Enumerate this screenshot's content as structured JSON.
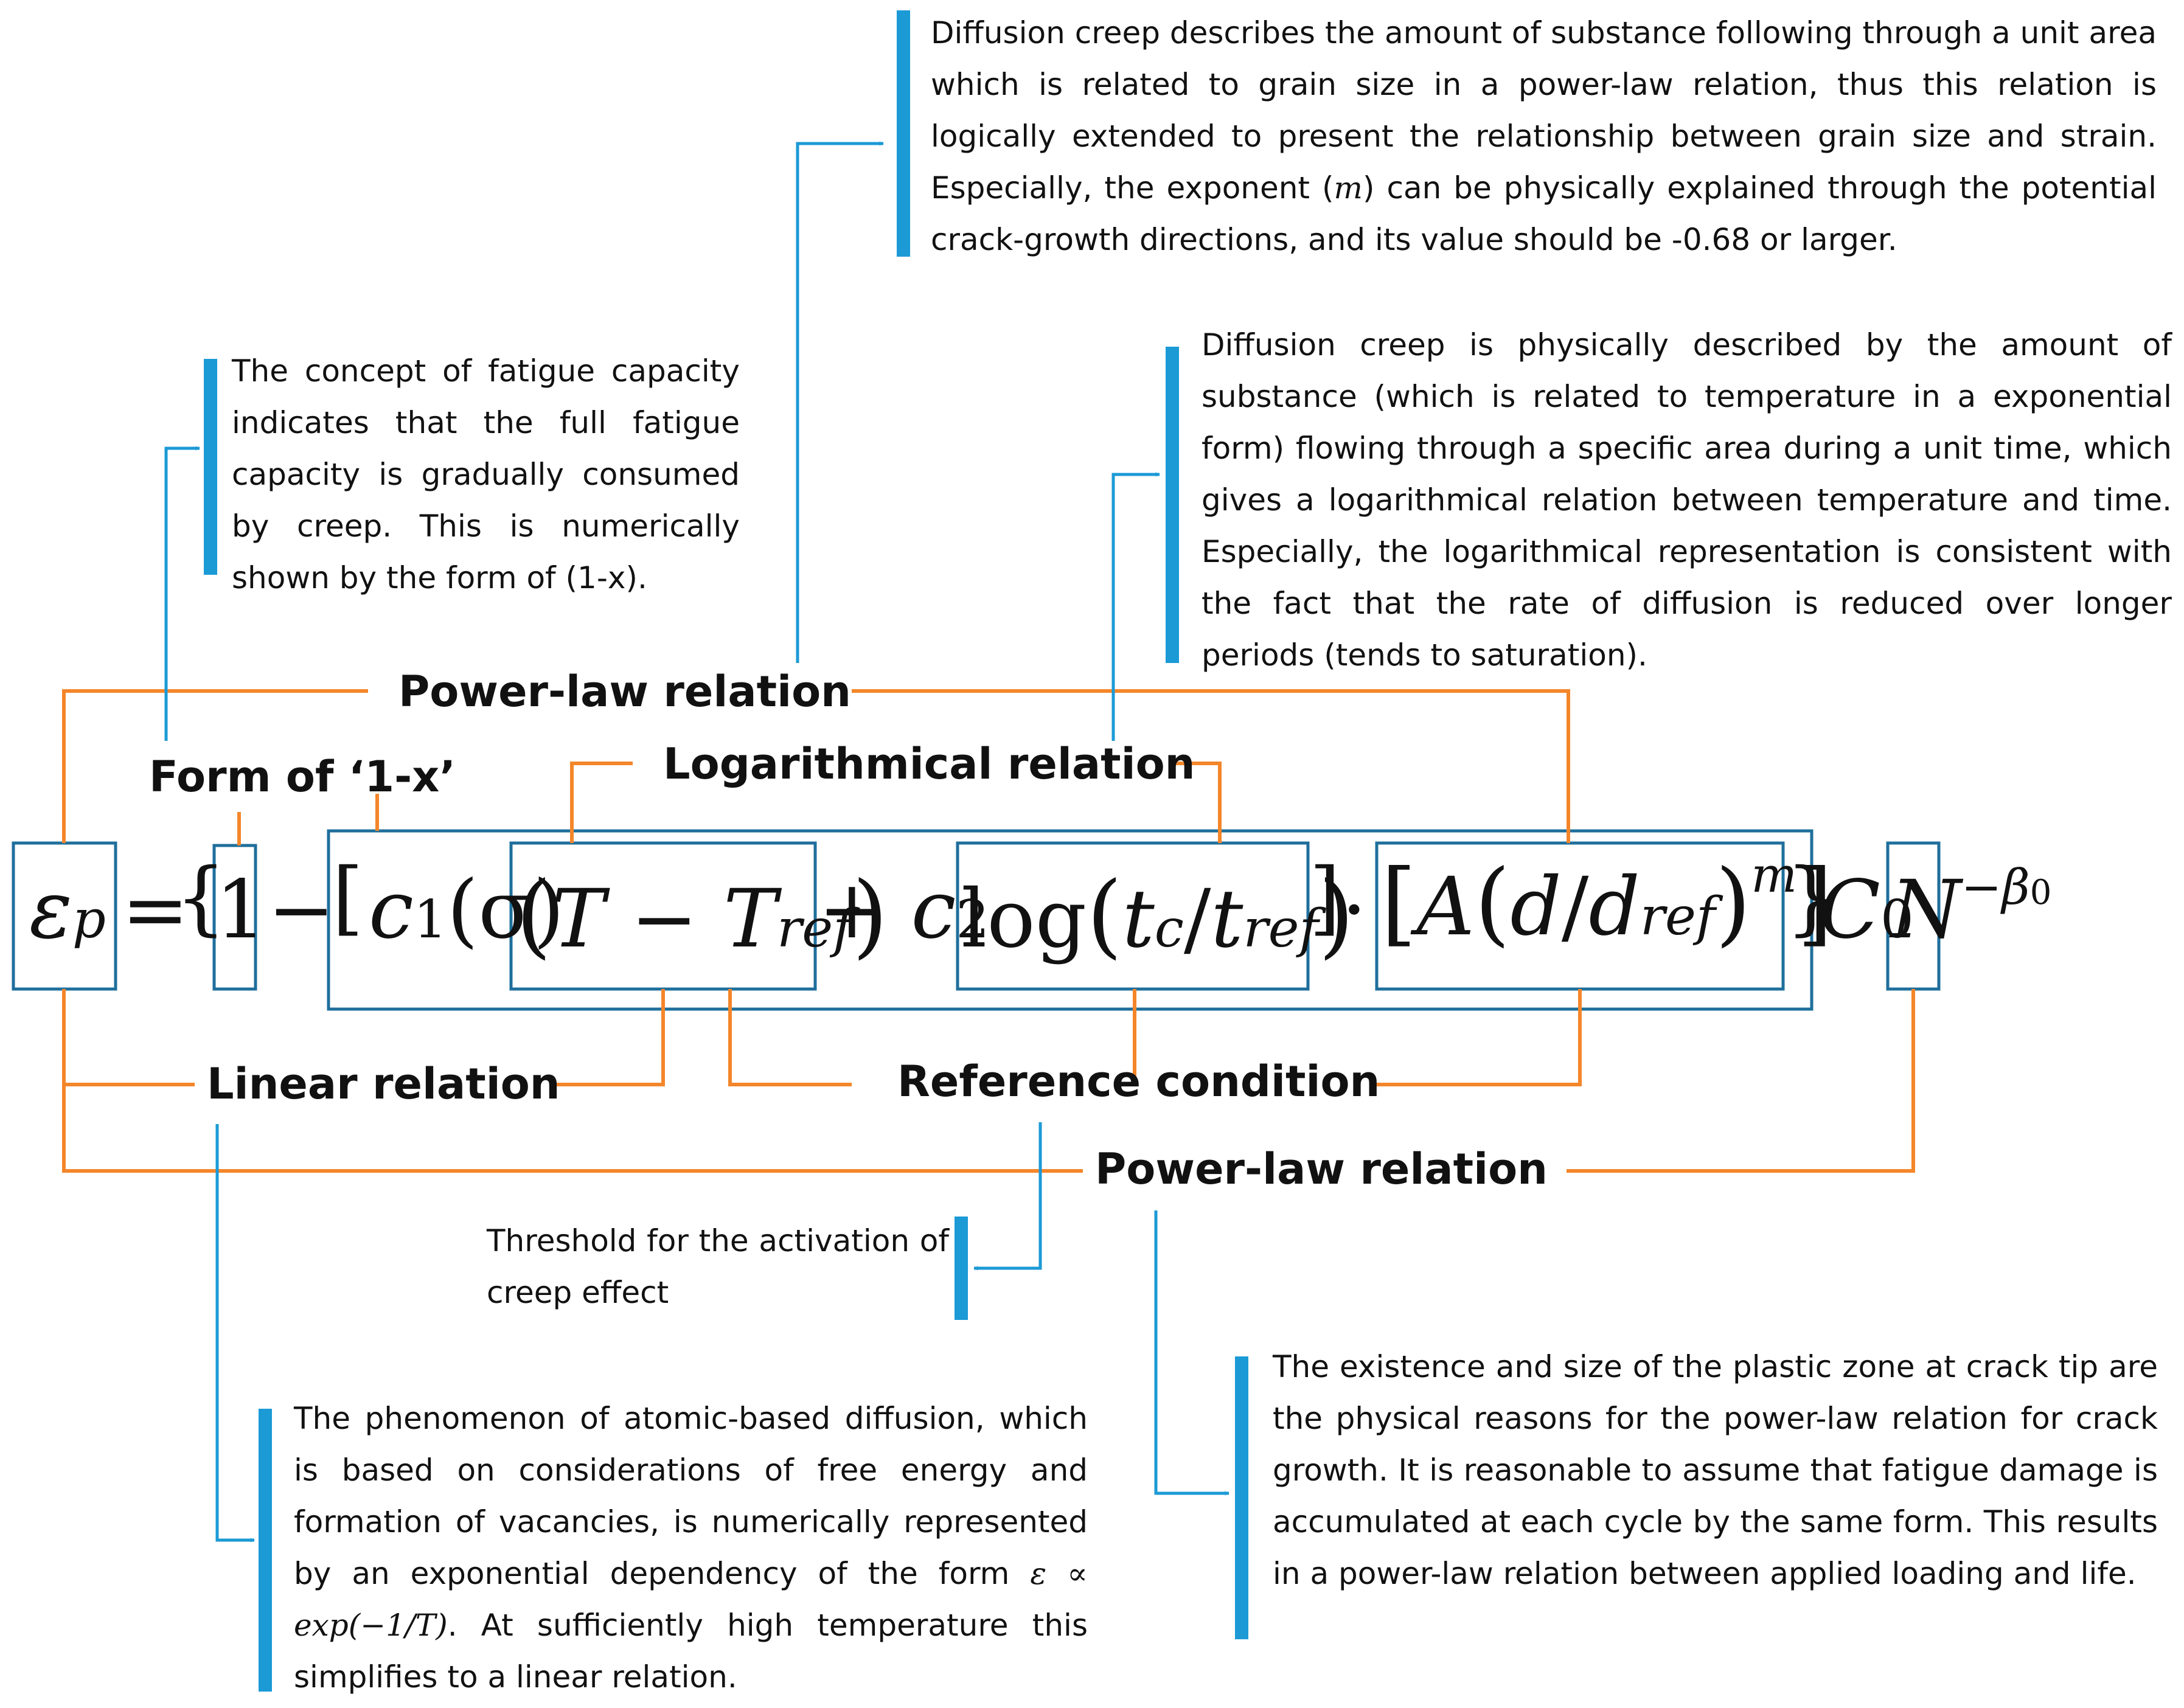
{
  "notes": {
    "diffusion_grain": "Diffusion creep describes the amount of substance following through a unit area which is related to grain size in a power-law relation, thus this relation is logically extended to present the relationship between grain size and strain. Especially, the exponent (m) can be physically explained through the potential crack-growth directions, and its value should be -0.68 or larger.",
    "diffusion_grain_p1": "Diffusion creep describes the amount of substance following through a unit area which is related to grain size in a power-law relation, thus this relation is logically extended to present the relationship between grain size and strain. Especially, the exponent (",
    "diffusion_grain_m": "m",
    "diffusion_grain_p2": ") can be physically explained through the potential crack-growth directions, and its value should be -0.68 or larger.",
    "fatigue_capacity": "The concept of fatigue capacity indicates that the full fatigue capacity is gradually consumed by creep. This is numerically shown by the form of (1-x).",
    "diffusion_temp": "Diffusion creep is physically described by the amount of substance (which is related to temperature in a exponential form) flowing through a specific area during a unit time, which gives a logarithmical relation between temperature and time. Especially, the logarithmical representation is consistent with the fact that the rate of diffusion is reduced over longer periods (tends to saturation).",
    "threshold": "Threshold for the activation of creep effect",
    "atomic_p1": "The phenomenon of atomic-based diffusion, which is based on considerations of free energy and formation of vacancies, is numerically represented by an exponential dependency of the form ",
    "atomic_formula": "ε ∝ exp(−1/T)",
    "atomic_p2": ". At sufficiently high temperature this simplifies to a linear relation.",
    "plastic_zone": "The existence and size of the plastic zone at crack tip are the physical reasons for the power-law relation for crack growth. It is reasonable to assume that fatigue damage is accumulated at each cycle by the same form. This results in a power-law relation between applied loading and life."
  },
  "labels": {
    "power_law_top": "Power-law relation",
    "form_1x": "Form of ‘1-x’",
    "logarithmical": "Logarithmical relation",
    "linear": "Linear relation",
    "reference": "Reference condition",
    "power_law_bottom": "Power-law relation"
  },
  "equation": {
    "epsilon": "ε",
    "epsilon_sub": "p",
    "equals": "=",
    "brace_open": "{",
    "one": "1",
    "minus1": "−",
    "bracket_open": "[",
    "c1": "c",
    "c1_sub": "1",
    "sigma_group": "(σ)",
    "paren_open": "(",
    "T": "T",
    "minus2": " − ",
    "Tref": "T",
    "Tref_sub": "ref",
    "paren_close": ")",
    "plus": " + ",
    "c2": "c",
    "c2_sub": "2",
    "log": "log",
    "log_paren_open": "(",
    "tc": "t",
    "tc_sub": "c",
    "slash1": "/",
    "tref": "t",
    "tref_sub": "ref",
    "log_paren_close": ")",
    "bracket_close": "]",
    "dot": "·",
    "bracket2_open": "[",
    "A": "A",
    "d_paren_open": "(",
    "d": "d",
    "slash2": "/",
    "dref": "d",
    "dref_sub": "ref",
    "d_paren_close": ")",
    "m_exp": "m",
    "bracket2_close": "]",
    "brace_close": "}",
    "C0": "C",
    "C0_sub": "0",
    "N": "N",
    "beta_exp": "−β",
    "beta_sub": "0"
  },
  "colors": {
    "orange": "#F4862A",
    "blue": "#1B9AD6",
    "box": "#1F6F9C"
  }
}
